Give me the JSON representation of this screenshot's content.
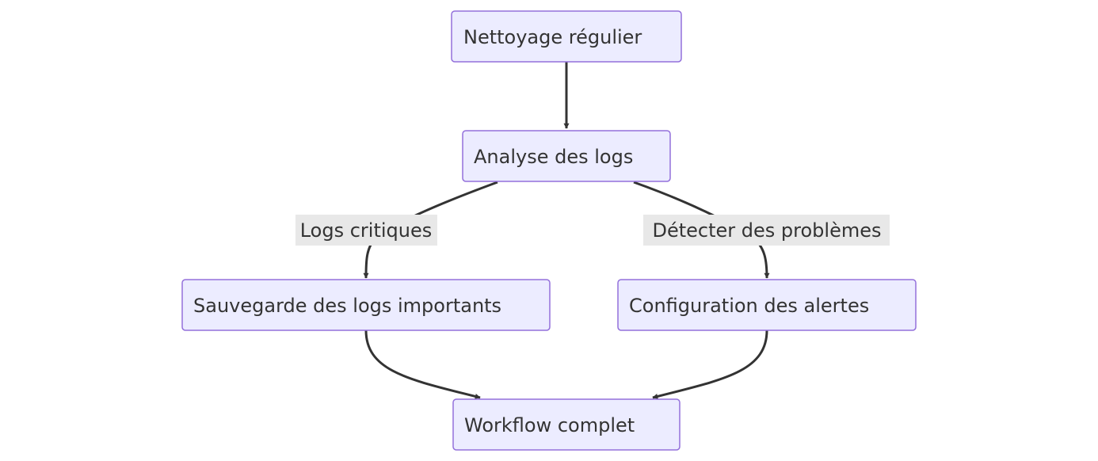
{
  "diagram": {
    "nodes": {
      "nettoyage": "Nettoyage régulier",
      "analyse": "Analyse des logs",
      "sauvegarde": "Sauvegarde des logs importants",
      "configuration": "Configuration des alertes",
      "workflow": "Workflow complet"
    },
    "edges": {
      "nettoyage_to_analyse": "",
      "analyse_to_sauvegarde": "Logs critiques",
      "analyse_to_configuration": "Détecter des problèmes",
      "sauvegarde_to_workflow": "",
      "configuration_to_workflow": ""
    },
    "colors": {
      "node_fill": "#ECECFF",
      "node_stroke": "#9370DB",
      "edge": "#333333",
      "label_bg": "#E8E8E8",
      "text": "#333333"
    }
  }
}
